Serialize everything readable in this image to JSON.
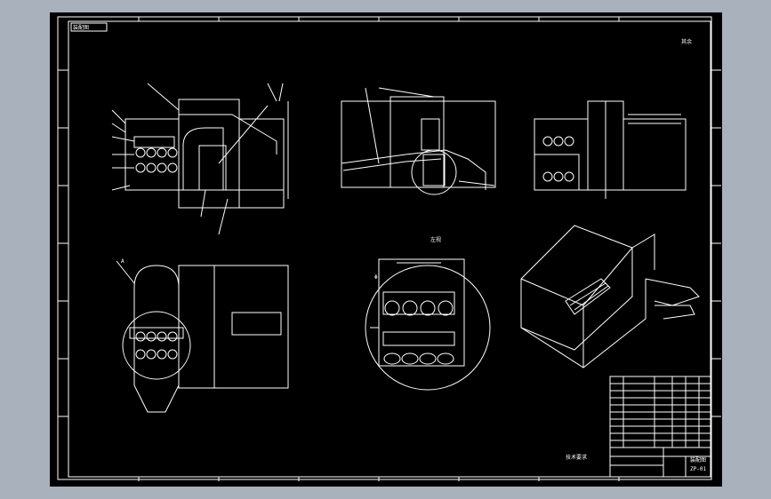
{
  "drawing": {
    "title_tag": "装配图",
    "center_mark": "左视",
    "roughness": "其余",
    "view_label_front": "A",
    "view_label_mid": "Φ",
    "stamp": "技术要求"
  },
  "colors": {
    "background": "#000000",
    "surround": "#a9b1bd",
    "lines": "#ffffff"
  },
  "title_block": {
    "name": "装配图",
    "drawing_no": "ZP-01"
  }
}
